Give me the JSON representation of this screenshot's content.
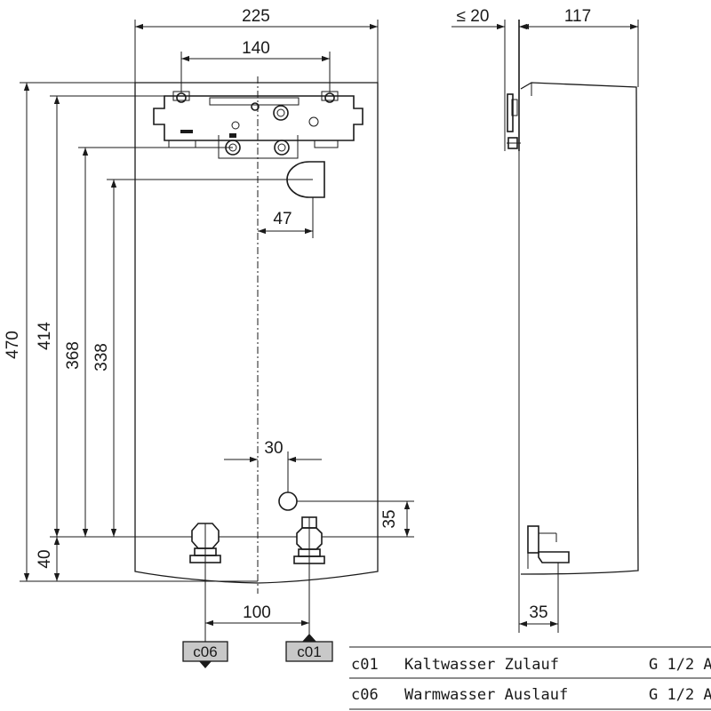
{
  "dimensions": {
    "width_total": "225",
    "bracket_spacing": "140",
    "wall_gap": "≤ 20",
    "depth": "117",
    "height_total": "470",
    "height_414": "414",
    "height_368": "368",
    "height_338": "338",
    "offset_47": "47",
    "offset_30": "30",
    "height_35": "35",
    "bottom_40": "40",
    "pipe_spacing": "100",
    "side_offset_35": "35"
  },
  "tags": {
    "c06": "c06",
    "c01": "c01"
  },
  "legend": [
    {
      "code": "c01",
      "description": "Kaltwasser Zulauf",
      "thread": "G 1/2 A"
    },
    {
      "code": "c06",
      "description": "Warmwasser Auslauf",
      "thread": "G 1/2 A"
    }
  ],
  "colors": {
    "line": "#1a1a1a",
    "tag_fill": "#c8c8c8"
  }
}
